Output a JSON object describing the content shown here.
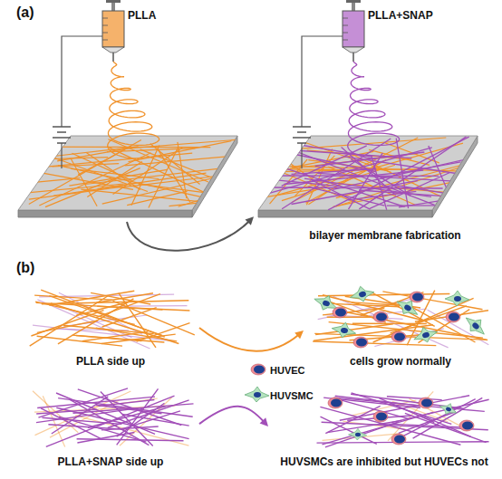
{
  "diagram": {
    "nodes": [
      {
        "text": [
          "PLLA"
        ]
      },
      {
        "text": [
          "PLLA+SNAP",
          "bilayer membrane fabrication"
        ]
      },
      {
        "text": [
          "PLLA side up"
        ]
      },
      {
        "text": [
          "PLLA+SNAP side up"
        ]
      },
      {
        "text": [
          "cells grow normally"
        ]
      },
      {
        "text": [
          "HUVSMCs are inhibited but HUVECs not"
        ]
      }
    ],
    "edges": [
      {
        "from": 0,
        "to": 1,
        "arrow": "to"
      },
      {
        "from": 2,
        "to": 4,
        "arrow": "to"
      },
      {
        "from": 3,
        "to": 5,
        "arrow": "to"
      }
    ],
    "labels": [
      "(a)",
      "(b)",
      "HUVEC",
      "HUVSMC"
    ]
  }
}
